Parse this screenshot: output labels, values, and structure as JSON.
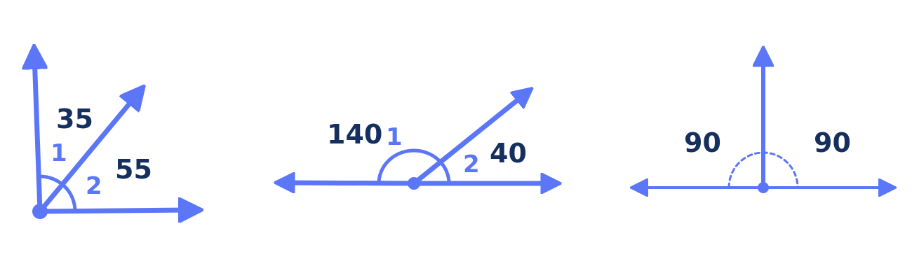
{
  "colors": {
    "line": "#5b76f7",
    "value_text": "#15305e",
    "index_text": "#5b76f7",
    "background": "#ffffff"
  },
  "figures": [
    {
      "name": "complementary-angles",
      "values": [
        "35",
        "55"
      ],
      "indices": [
        "1",
        "2"
      ]
    },
    {
      "name": "supplementary-angles",
      "values": [
        "140",
        "40"
      ],
      "indices": [
        "1",
        "2"
      ]
    },
    {
      "name": "right-angles",
      "values": [
        "90",
        "90"
      ]
    }
  ]
}
